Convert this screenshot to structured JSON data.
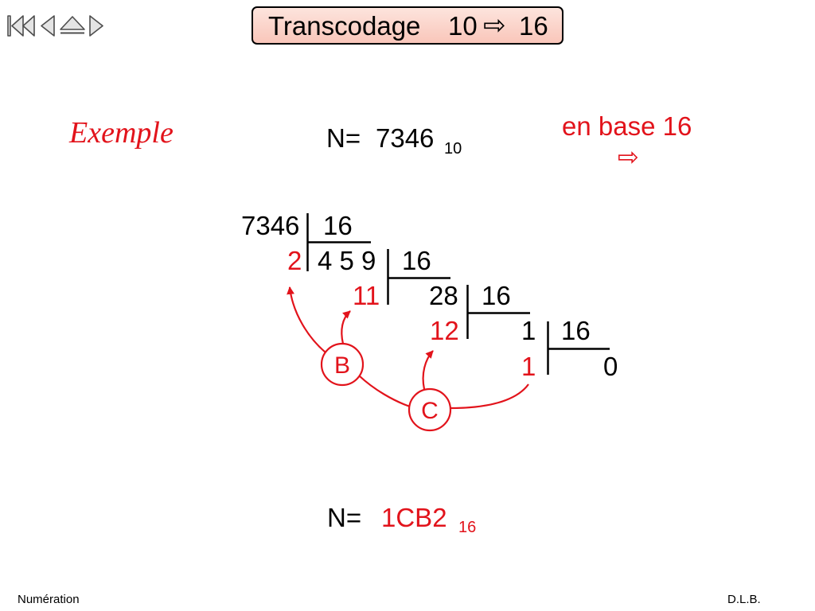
{
  "nav": {
    "first": "first-slide-icon",
    "previous": "previous-slide-icon",
    "home": "home-slide-icon",
    "next": "next-slide-icon"
  },
  "title": {
    "word": "Transcodage",
    "from": "10",
    "arrow": "⇨",
    "to": "16"
  },
  "example_label": "Exemple",
  "number": {
    "prefix": "N=",
    "value": "7346",
    "base": "10"
  },
  "target": {
    "label": "en base 16",
    "arrow": "⇨"
  },
  "division": {
    "steps": [
      {
        "dividend": "7346",
        "divisor": "16",
        "remainder": "2"
      },
      {
        "dividend": "4 5 9",
        "divisor": "16",
        "remainder": "11"
      },
      {
        "dividend": "28",
        "divisor": "16",
        "remainder": "12"
      },
      {
        "dividend": "1",
        "divisor": "16",
        "remainder": "1"
      }
    ],
    "final_quotient": "0"
  },
  "digit_labels": {
    "b": "B",
    "c": "C"
  },
  "result": {
    "prefix": "N=",
    "value": "1CB2",
    "base": "16"
  },
  "footer": {
    "left": "Numération",
    "right": "D.L.B."
  },
  "colors": {
    "accent": "#e2131b",
    "text": "#000000",
    "title_fill": "#f9c6ba",
    "title_fill_top": "#fde4dd",
    "nav_icon": "#4d4d4d"
  }
}
